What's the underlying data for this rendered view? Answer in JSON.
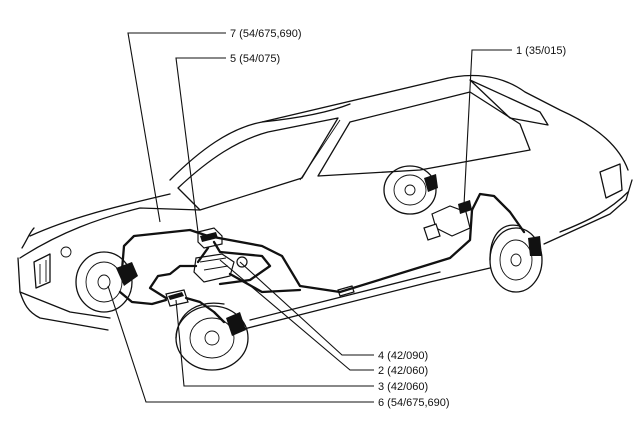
{
  "callouts": [
    {
      "id": "c7",
      "label": "7 (54/675,690)"
    },
    {
      "id": "c5",
      "label": "5 (54/075)"
    },
    {
      "id": "c1",
      "label": "1 (35/015)"
    },
    {
      "id": "c4",
      "label": "4 (42/090)"
    },
    {
      "id": "c2",
      "label": "2 (42/060)"
    },
    {
      "id": "c3",
      "label": "3 (42/060)"
    },
    {
      "id": "c6",
      "label": "6 (54/675,690)"
    }
  ]
}
